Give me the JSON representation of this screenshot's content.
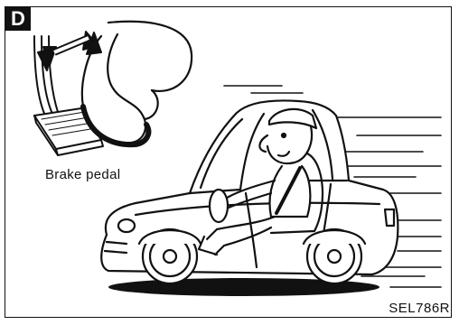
{
  "panel": {
    "letter": "D",
    "brake_label": "Brake pedal",
    "reference_code": "SEL786R"
  },
  "icons": [
    "up-down-arrow-icon",
    "brake-pedal-icon",
    "car-driver-icon",
    "speed-lines-icon"
  ],
  "colors": {
    "ink": "#111111",
    "paper": "#ffffff"
  }
}
